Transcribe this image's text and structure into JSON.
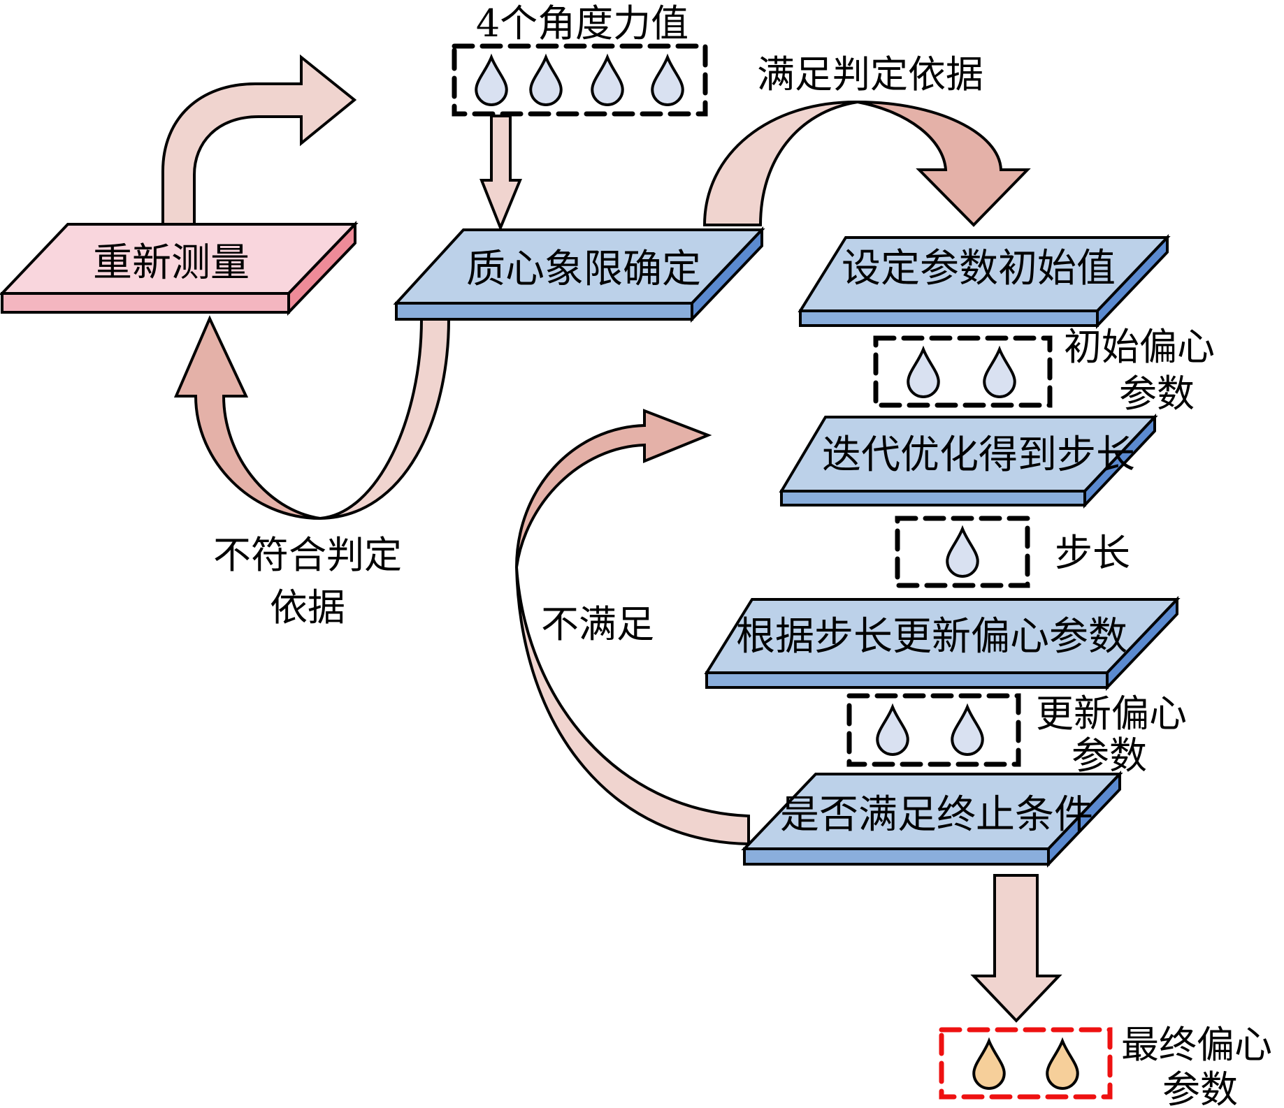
{
  "colors": {
    "slab_pink_top": "#f9d6dd",
    "slab_pink_front": "#f4b6c0",
    "slab_pink_side": "#ee8b98",
    "slab_blue_top": "#bcd1e9",
    "slab_blue_front": "#8aaedc",
    "slab_blue_side": "#5b8ad0",
    "arrow_light": "#f0d4cf",
    "arrow_dark": "#e4b1a8",
    "drop_blue": "#d9e1f1",
    "drop_orange": "#f6cf9a",
    "dash_black": "#000000",
    "dash_red": "#ee1111"
  },
  "slabs": [
    {
      "id": "remeasure",
      "label": "重新测量",
      "theme": "pink"
    },
    {
      "id": "centroid-quadrant",
      "label": "质心象限确定",
      "theme": "blue"
    },
    {
      "id": "set-initial-params",
      "label": "设定参数初始值",
      "theme": "blue"
    },
    {
      "id": "iterate-step",
      "label": "迭代优化得到步长",
      "theme": "blue"
    },
    {
      "id": "update-eccentric",
      "label": "根据步长更新偏心参数",
      "theme": "blue"
    },
    {
      "id": "check-termination",
      "label": "是否满足终止条件",
      "theme": "blue"
    }
  ],
  "data_groups": [
    {
      "id": "four-angle-forces",
      "label_lines": [
        "4个角度力值"
      ],
      "drops": 4,
      "border": "black",
      "drop_color": "blue"
    },
    {
      "id": "initial-eccentric",
      "label_lines": [
        "初始偏心",
        "参数"
      ],
      "drops": 2,
      "border": "black",
      "drop_color": "blue"
    },
    {
      "id": "step-size",
      "label_lines": [
        "步长"
      ],
      "drops": 1,
      "border": "black",
      "drop_color": "blue"
    },
    {
      "id": "updated-eccentric",
      "label_lines": [
        "更新偏心",
        "参数"
      ],
      "drops": 2,
      "border": "black",
      "drop_color": "blue"
    },
    {
      "id": "final-eccentric",
      "label_lines": [
        "最终偏心",
        "参数"
      ],
      "drops": 2,
      "border": "red",
      "drop_color": "orange"
    }
  ],
  "edge_labels": {
    "satisfies": "满足判定依据",
    "not_conform_line1": "不符合判定",
    "not_conform_line2": "依据",
    "not_satisfied": "不满足"
  }
}
